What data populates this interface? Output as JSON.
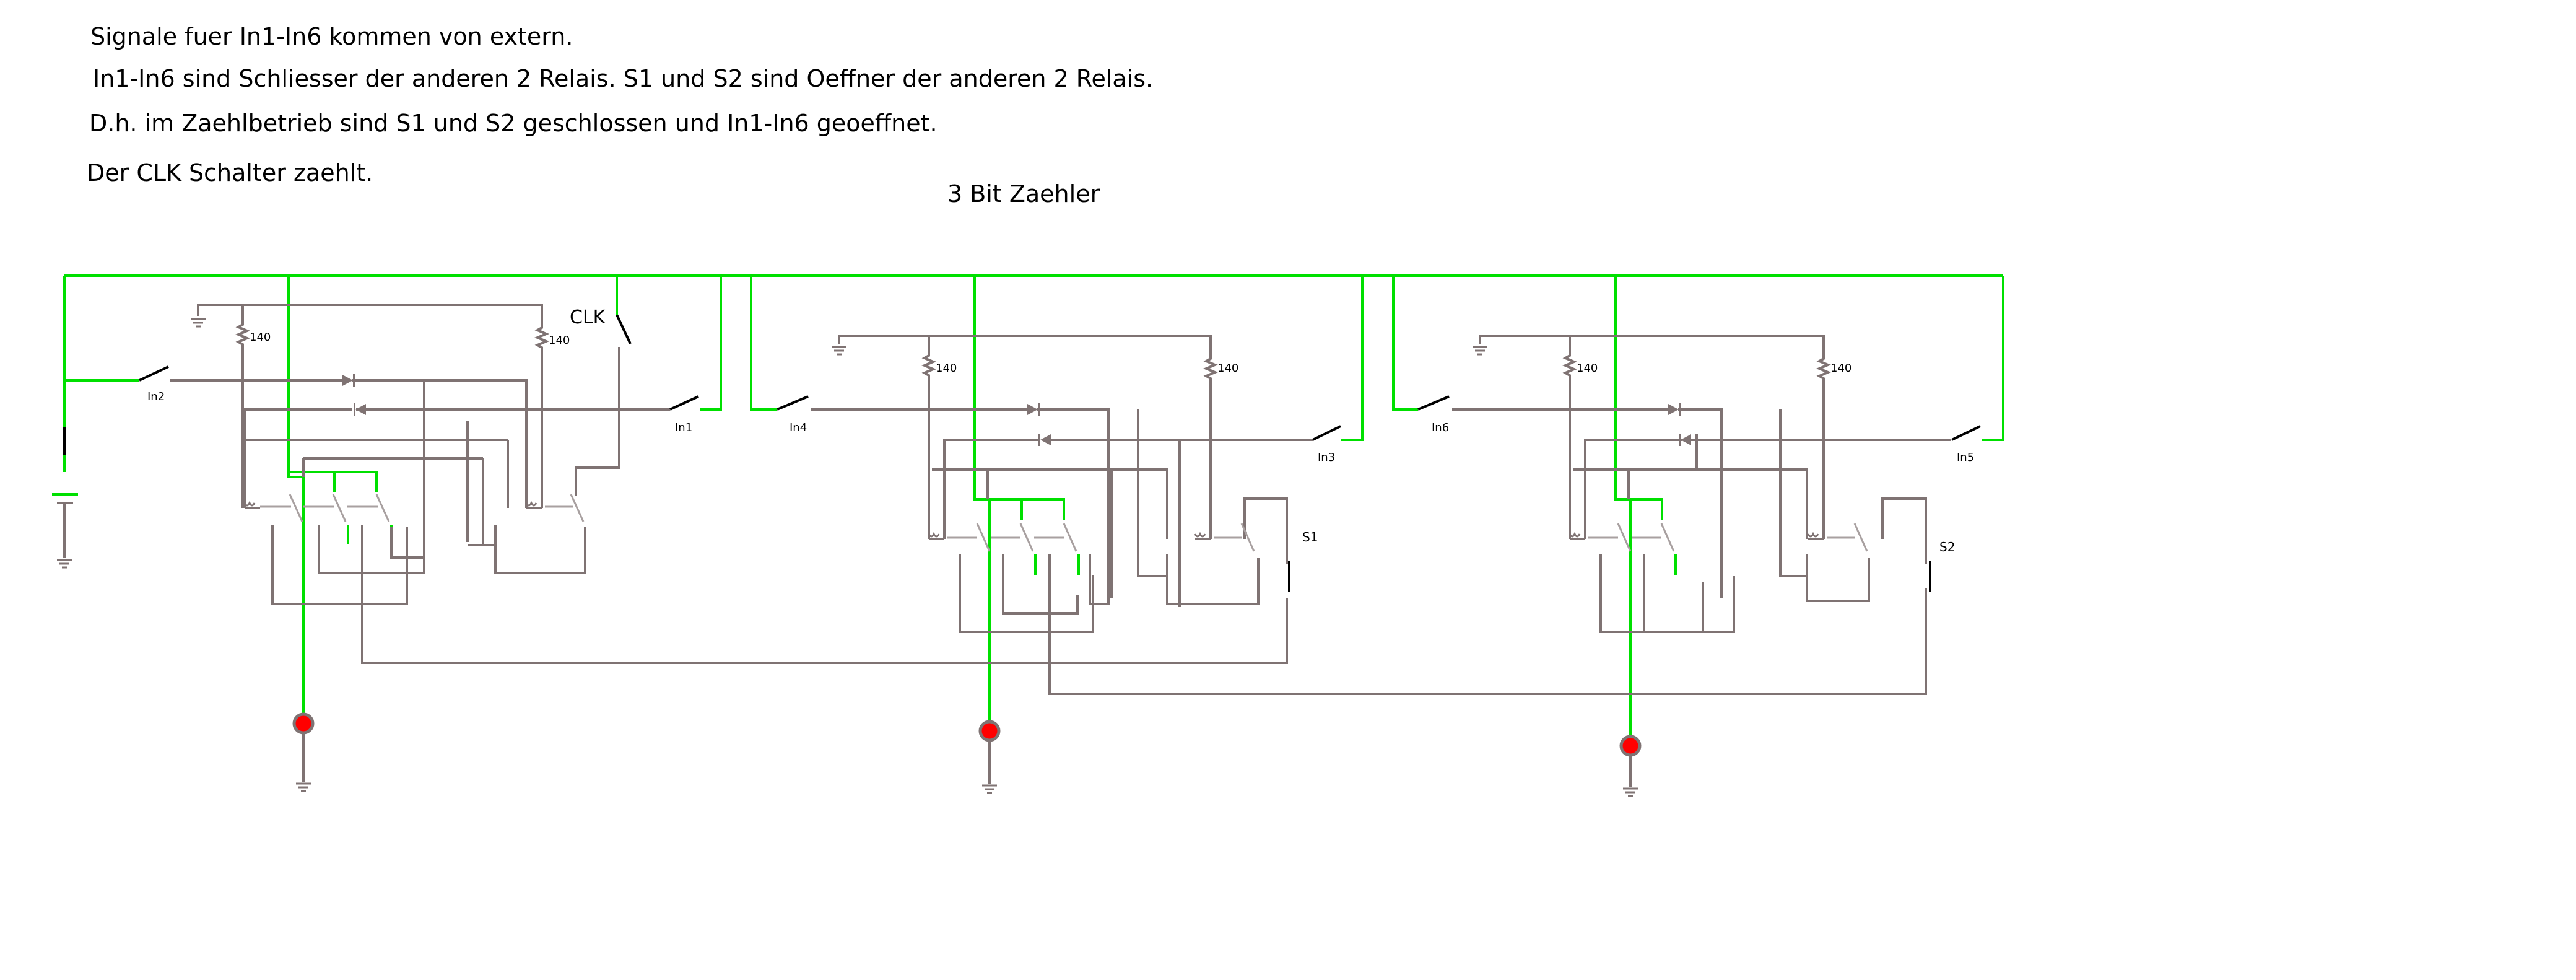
{
  "notes": {
    "line1": "Signale fuer In1-In6 kommen von extern.",
    "line2": "In1-In6 sind Schliesser der anderen 2 Relais. S1 und S2 sind Oeffner der anderen 2 Relais.",
    "line3": "D.h. im Zaehlbetrieb sind S1 und S2 geschlossen und In1-In6 geoeffnet.",
    "line4": "Der CLK Schalter zaehlt."
  },
  "title": "3 Bit Zaehler",
  "labels": {
    "clk": "CLK",
    "in1": "In1",
    "in2": "In2",
    "in3": "In3",
    "in4": "In4",
    "in5": "In5",
    "in6": "In6",
    "s1": "S1",
    "s2": "S2",
    "r1": "140",
    "r2": "140",
    "r3": "140",
    "r4": "140",
    "r5": "140",
    "r6": "140"
  },
  "colors": {
    "supply_wire": "#00e000",
    "wire": "#7f7373",
    "lamp": "#ff0000"
  }
}
